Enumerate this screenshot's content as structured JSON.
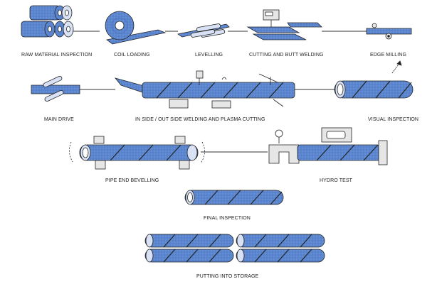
{
  "steps": {
    "raw_material_inspection": "RAW MATERIAL INSPECTION",
    "coil_loading": "COIL LOADING",
    "levelling": "LEVELLING",
    "cutting_butt_welding": "CUTTING AND BUTT WELDING",
    "edge_milling": "EDGE MILLING",
    "main_drive": "MAIN DRIVE",
    "welding_plasma": "IN SIDE / OUT SIDE WELDING AND PLASMA CUTTING",
    "visual_inspection": "VISUAL INSPECTION",
    "pipe_end_bevelling": "PIPE  END BEVELLING",
    "hydro_test": "HYDRO TEST",
    "final_inspection": "FINAL INSPECTION",
    "putting_into_storage": "PUTTING INTO STORAGE"
  },
  "colors": {
    "pipe_fill": "#5b86cf",
    "outline": "#222222",
    "line": "#333333"
  }
}
